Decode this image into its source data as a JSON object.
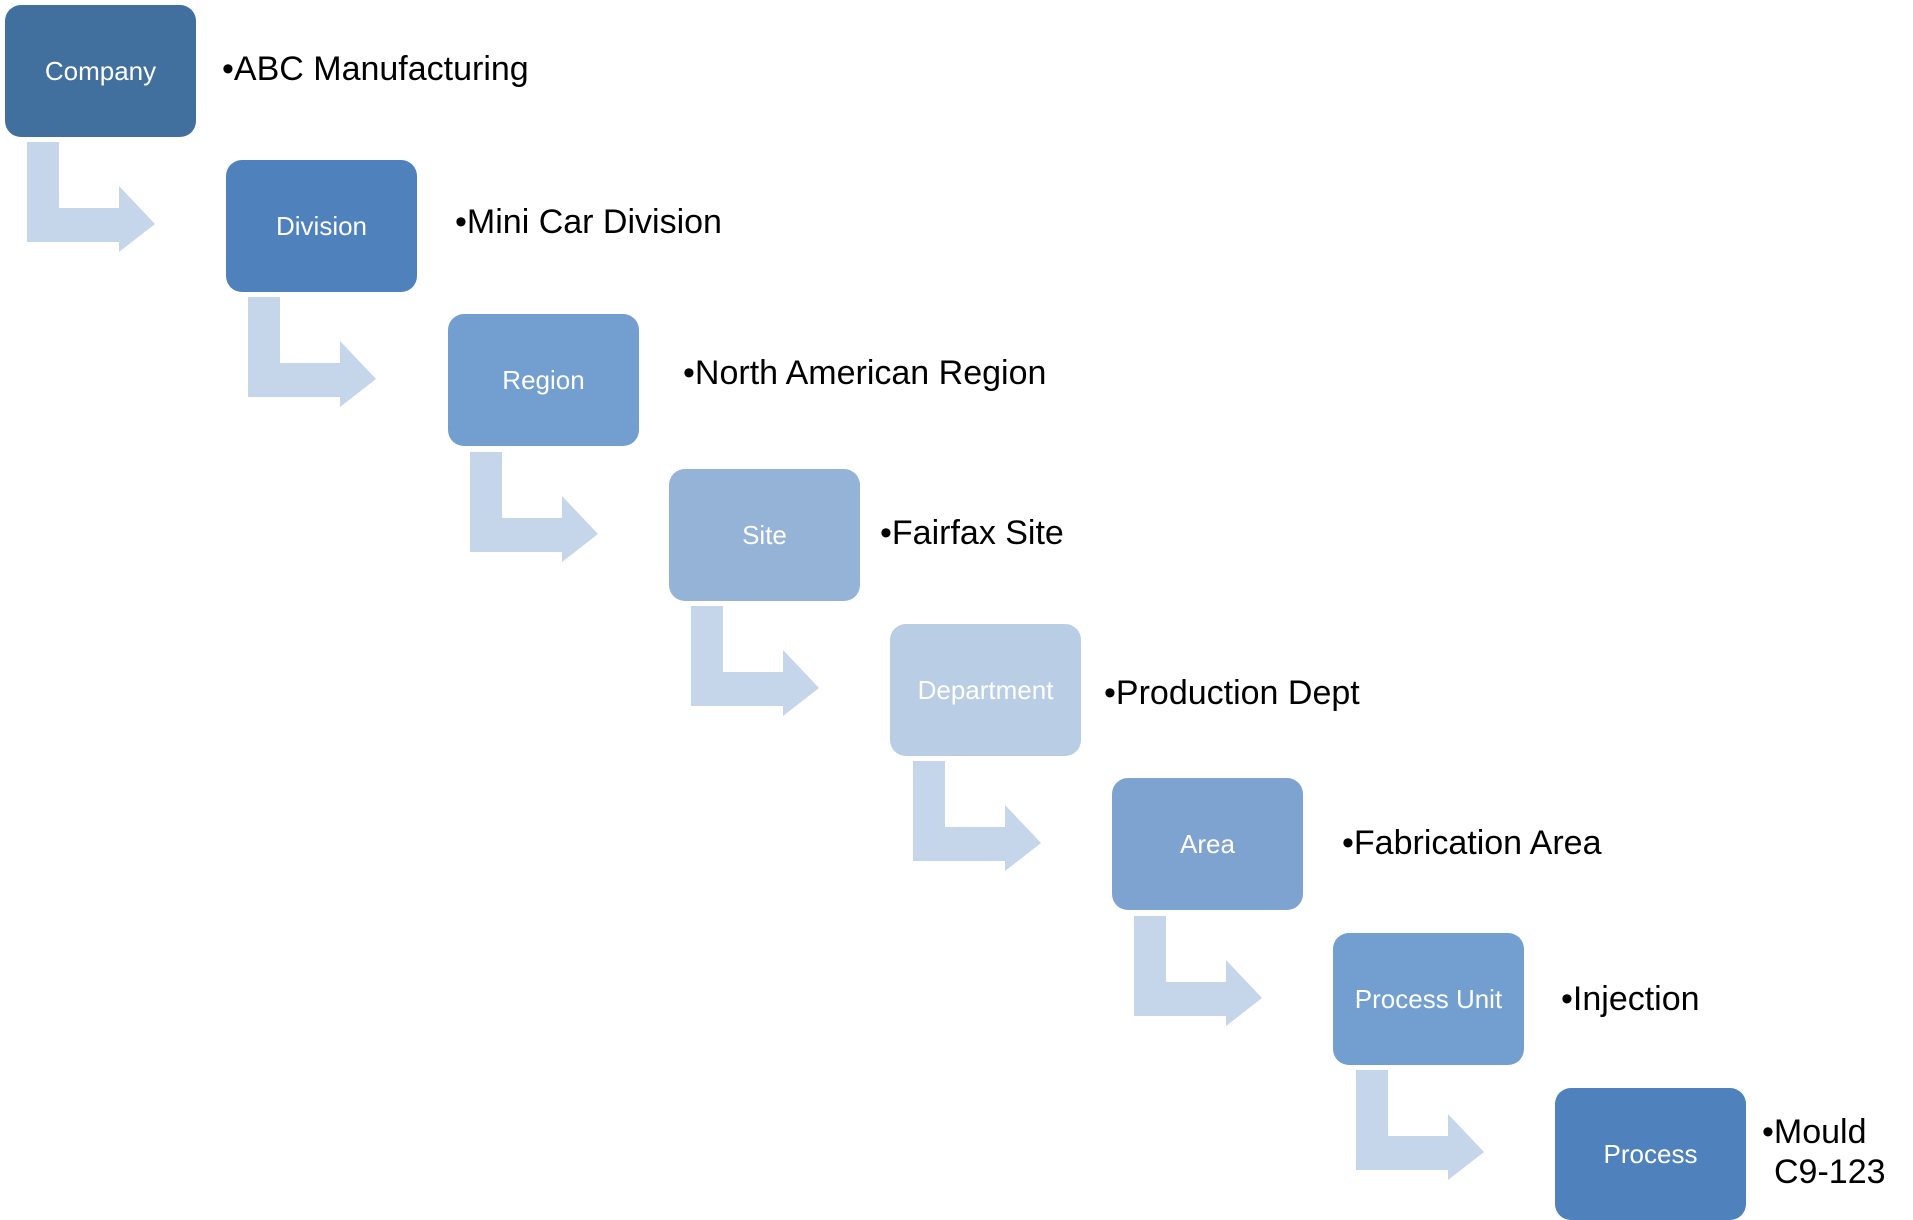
{
  "levels": [
    {
      "label": "Company",
      "description": "•ABC Manufacturing",
      "color": "#41709e"
    },
    {
      "label": "Division",
      "description": "•Mini Car Division",
      "color": "#4f81bd"
    },
    {
      "label": "Region",
      "description": "•North American Region",
      "color": "#729fcf"
    },
    {
      "label": "Site",
      "description": "•Fairfax Site",
      "color": "#95b3d7"
    },
    {
      "label": "Department",
      "description": "•Production Dept",
      "color": "#b9cde5"
    },
    {
      "label": "Area",
      "description": "•Fabrication Area",
      "color": "#7fa3d0"
    },
    {
      "label": "Process Unit",
      "description": "•Injection",
      "color": "#729fcf"
    },
    {
      "label": "Process",
      "description": "•Mould C9-123",
      "color": "#4f81bd"
    }
  ],
  "connector_color": "#c5d5ea"
}
